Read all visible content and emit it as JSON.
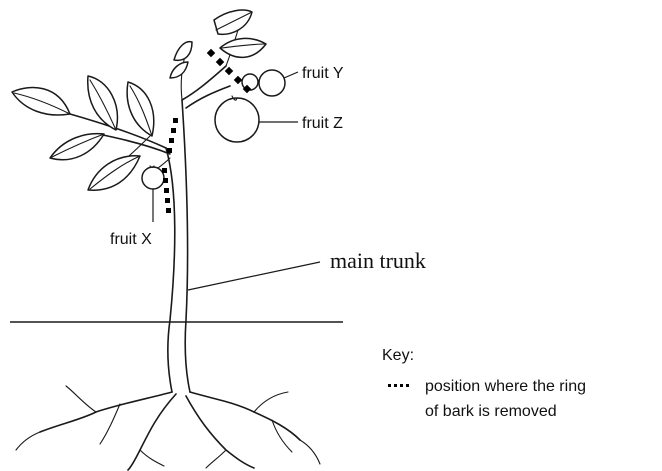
{
  "labels": {
    "fruit_x": "fruit X",
    "fruit_y": "fruit Y",
    "fruit_z": "fruit Z",
    "main_trunk": "main trunk"
  },
  "key": {
    "title": "Key:",
    "symbol": "····",
    "description_line1": "position where the ring",
    "description_line2": "of bark is removed"
  },
  "colors": {
    "ink": "#1a1a1a",
    "background": "#ffffff"
  }
}
